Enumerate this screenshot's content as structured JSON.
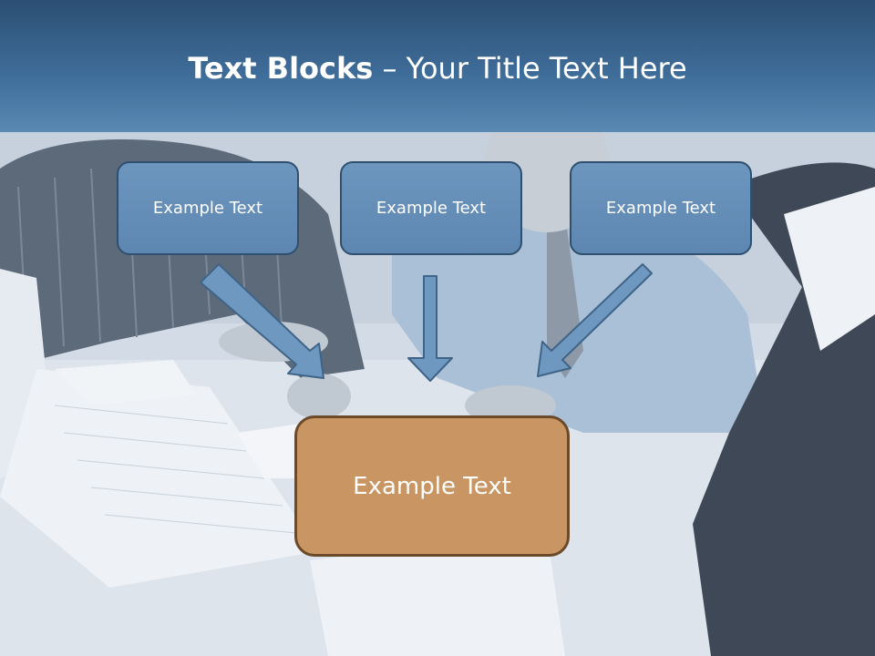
{
  "header": {
    "title_bold": "Text Blocks",
    "title_dash": " – ",
    "title_rest": "Your Title Text Here"
  },
  "blocks": [
    {
      "label": "Example Text"
    },
    {
      "label": "Example Text"
    },
    {
      "label": "Example Text"
    }
  ],
  "target": {
    "label": "Example Text"
  },
  "colors": {
    "header": "#3e6c98",
    "block_fill": "#6a93bd",
    "block_border": "#2f4f6f",
    "target_fill": "#c99563",
    "target_border": "#6b4a2a",
    "arrow_fill": "#6f98c0"
  }
}
